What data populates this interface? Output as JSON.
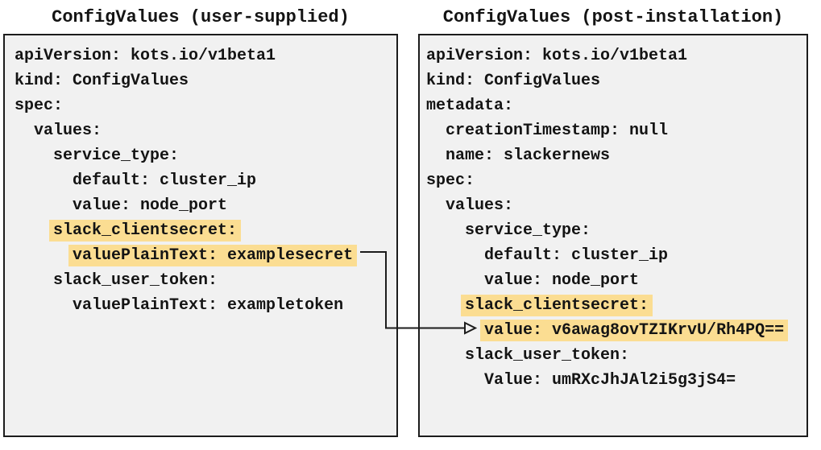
{
  "diagram": {
    "colors": {
      "highlight": "#fbdd92",
      "panel_background": "#f1f1f1",
      "border": "#1c1c1c",
      "arrow": "#1c1c1c"
    },
    "left_panel": {
      "title": "ConfigValues (user-supplied)",
      "lines": [
        {
          "spaces": "",
          "text": "apiVersion: kots.io/v1beta1",
          "highlight": false
        },
        {
          "spaces": "",
          "text": "kind: ConfigValues",
          "highlight": false
        },
        {
          "spaces": "",
          "text": "spec:",
          "highlight": false
        },
        {
          "spaces": "  ",
          "text": "values:",
          "highlight": false
        },
        {
          "spaces": "    ",
          "text": "service_type:",
          "highlight": false
        },
        {
          "spaces": "      ",
          "text": "default: cluster_ip",
          "highlight": false
        },
        {
          "spaces": "      ",
          "text": "value: node_port",
          "highlight": false
        },
        {
          "spaces": "    ",
          "text": "slack_clientsecret:",
          "highlight": true
        },
        {
          "spaces": "      ",
          "text": "valuePlainText: examplesecret",
          "highlight": true
        },
        {
          "spaces": "    ",
          "text": "slack_user_token:",
          "highlight": false
        },
        {
          "spaces": "      ",
          "text": "valuePlainText: exampletoken",
          "highlight": false
        }
      ]
    },
    "right_panel": {
      "title": "ConfigValues (post-installation)",
      "lines": [
        {
          "spaces": "",
          "text": "apiVersion: kots.io/v1beta1",
          "highlight": false
        },
        {
          "spaces": "",
          "text": "kind: ConfigValues",
          "highlight": false
        },
        {
          "spaces": "",
          "text": "metadata:",
          "highlight": false
        },
        {
          "spaces": "  ",
          "text": "creationTimestamp: null",
          "highlight": false
        },
        {
          "spaces": "  ",
          "text": "name: slackernews",
          "highlight": false
        },
        {
          "spaces": "",
          "text": "spec:",
          "highlight": false
        },
        {
          "spaces": "  ",
          "text": "values:",
          "highlight": false
        },
        {
          "spaces": "    ",
          "text": "service_type:",
          "highlight": false
        },
        {
          "spaces": "      ",
          "text": "default: cluster_ip",
          "highlight": false
        },
        {
          "spaces": "      ",
          "text": "value: node_port",
          "highlight": false
        },
        {
          "spaces": "    ",
          "text": "slack_clientsecret:",
          "highlight": true
        },
        {
          "spaces": "      ",
          "text": "value: v6awag8ovTZIKrvU/Rh4PQ==",
          "highlight": true
        },
        {
          "spaces": "    ",
          "text": "slack_user_token:",
          "highlight": false
        },
        {
          "spaces": "      ",
          "text": "Value: umRXcJhJAl2i5g3jS4=",
          "highlight": false
        }
      ]
    },
    "arrow": {
      "connects_from": "valuePlainText: examplesecret",
      "connects_to": "value: v6awag8ovTZIKrvU/Rh4PQ=="
    }
  }
}
